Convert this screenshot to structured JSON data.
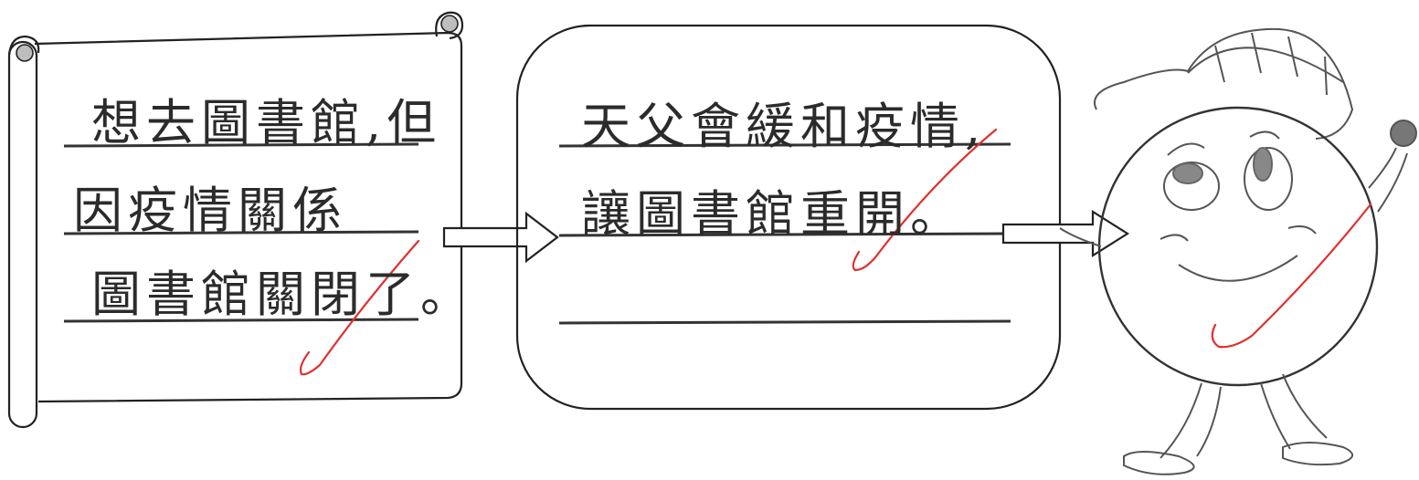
{
  "scroll_panel": {
    "lines": [
      "想去圖書館,但",
      "因疫情關係",
      "圖書館關閉了。"
    ]
  },
  "rounded_panel": {
    "lines": [
      "天父會緩和疫情,",
      "讓圖書館重開。",
      ""
    ]
  },
  "colors": {
    "ink": "#2b2b2b",
    "pencil": "#555555",
    "teacher_mark": "#e0302e"
  },
  "icons": [
    "arrow-right-icon",
    "check-mark-icon",
    "cartoon-mascot-icon"
  ]
}
